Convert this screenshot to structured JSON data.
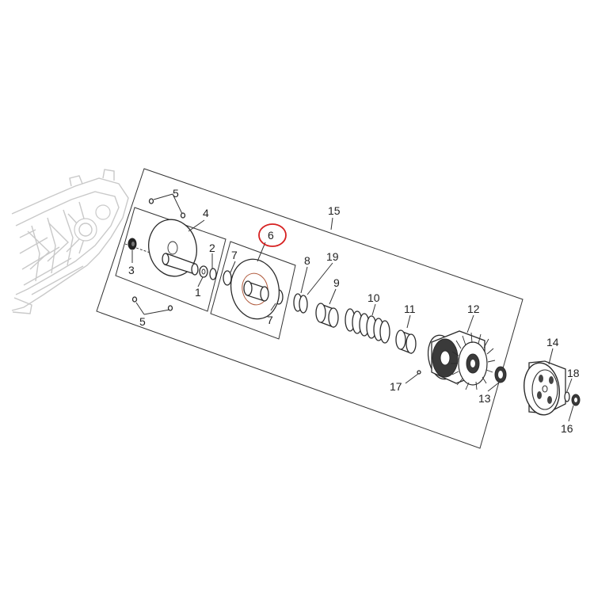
{
  "colors": {
    "line": "#333333",
    "ghost": "#c9c9c9",
    "highlight": "#d62020",
    "accent_part": "#b05a3c"
  },
  "callouts": {
    "n1": "1",
    "n2": "2",
    "n3": "3",
    "n4": "4",
    "n5a": "5",
    "n5b": "5",
    "n6": "6",
    "n7a": "7",
    "n7b": "7",
    "n8": "8",
    "n9": "9",
    "n10": "10",
    "n11": "11",
    "n12": "12",
    "n13": "13",
    "n14": "14",
    "n15": "15",
    "n16": "16",
    "n17": "17",
    "n18": "18",
    "n19": "19"
  }
}
